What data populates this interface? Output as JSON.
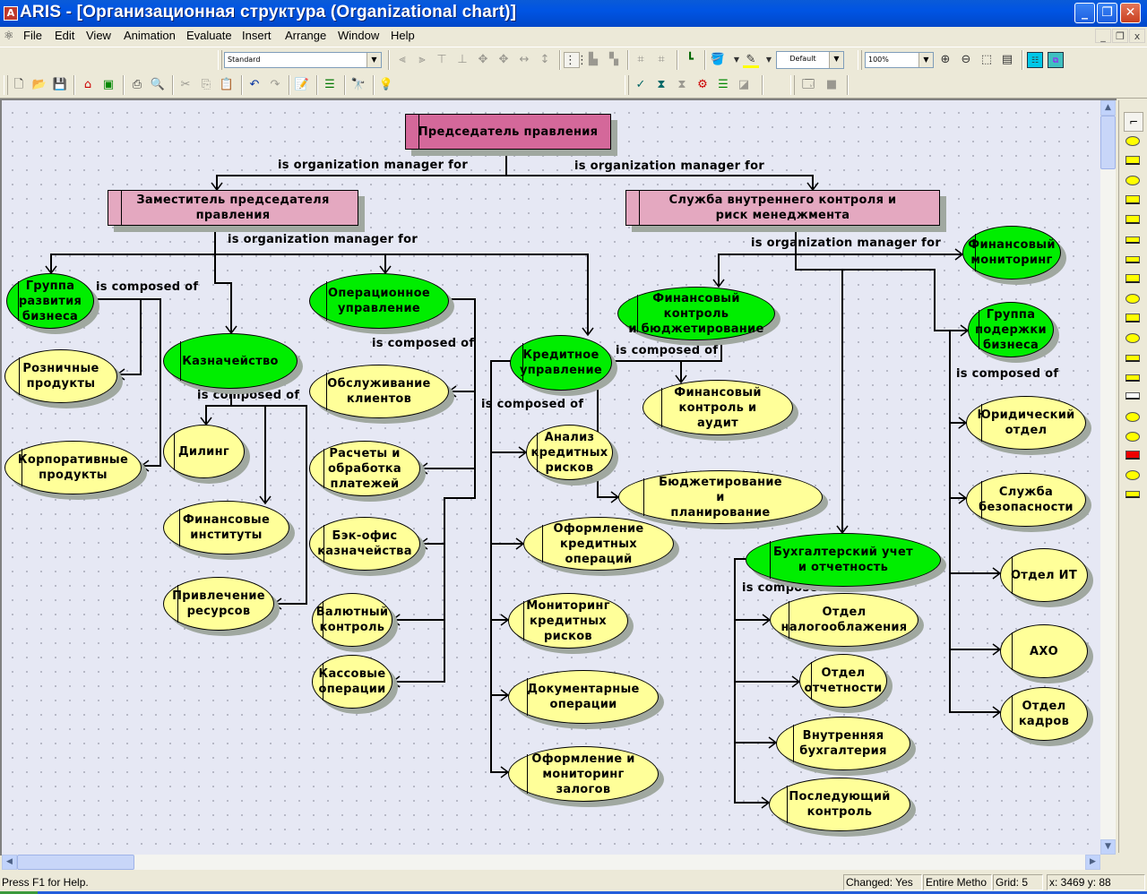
{
  "window": {
    "title": "ARIS - [Организационная структура (Organizational chart)]",
    "minimize_icon": "minimize-icon",
    "restore_icon": "restore-icon",
    "close_icon": "close-icon"
  },
  "menubar": {
    "items": [
      "File",
      "Edit",
      "View",
      "Animation",
      "Evaluate",
      "Insert",
      "Arrange",
      "Window",
      "Help"
    ],
    "mdi": [
      "_",
      "❐",
      "x"
    ]
  },
  "toolbar": {
    "style_combo": "Standard",
    "font_combo": "Default",
    "zoom_combo": "100%",
    "row1_icons": [
      "align-left-icon",
      "align-right-icon",
      "align-top-icon",
      "align-bottom-icon",
      "center-horizontal-icon",
      "center-vertical-icon",
      "same-width-icon",
      "same-height-icon",
      "grid-icon",
      "bring-front-icon",
      "send-back-icon",
      "group-icon",
      "ungroup-icon",
      "layout-tree-icon",
      "fill-color-icon",
      "line-color-icon",
      "zoom-in-icon",
      "zoom-out-icon",
      "zoom-rect-icon",
      "fit-page-icon",
      "properties-view-icon",
      "model-overview-icon"
    ],
    "row2_icons": [
      "new-icon",
      "open-icon",
      "save-icon",
      "explorer-icon",
      "navigator-icon",
      "print-icon",
      "print-preview-icon",
      "cut-icon",
      "copy-icon",
      "paste-icon",
      "undo-icon",
      "redo-icon",
      "properties-icon",
      "run-icon",
      "find-icon",
      "tip-icon",
      "check-icon",
      "simulate-icon",
      "simulate-alt-icon",
      "flow-icon",
      "compare-icon",
      "export-icon",
      "semantic-icon",
      "stop-icon"
    ]
  },
  "diagram": {
    "relations": {
      "manager": "is organization manager for",
      "composed": "is composed of"
    },
    "colors": {
      "top_rect": "#d4689a",
      "rect": "#e4a8c0",
      "green": "#00ee00",
      "yellow": "#ffff99",
      "canvas": "#e6e8f4"
    },
    "nodes": {
      "chairman": "Председатель правления",
      "deputy": "Заместитель председателя\nправления",
      "internal_control": "Служба внутреннего контроля и\nриск менеджмента",
      "bizdev": "Группа\nразвития\nбизнеса",
      "retail": "Розничные\nпродукты",
      "corporate": "Корпоративные\nпродукты",
      "treasury": "Казначейство",
      "dealing": "Дилинг",
      "fin_institutes": "Финансовые\nинституты",
      "funding": "Привлечение\nресурсов",
      "operations": "Операционное\nуправление",
      "client_service": "Обслуживание\nклиентов",
      "payments": "Расчеты и\nобработка\nплатежей",
      "backoffice": "Бэк-офис\nказначейства",
      "fx_control": "Валютный\nконтроль",
      "cash_ops": "Кассовые\nоперации",
      "credit": "Кредитное\nуправление",
      "credit_risk_analysis": "Анализ\nкредитных\nрисков",
      "credit_ops": "Оформление\nкредитных\nопераций",
      "credit_risk_monitoring": "Мониторинг\nкредитных\nрисков",
      "documentary": "Документарные\nоперации",
      "collateral": "Оформление и\nмониторинг\nзалогов",
      "fin_control_budget": "Финансовый контроль\nи бюджетирование",
      "fin_control_audit": "Финансовый\nконтроль и\nаудит",
      "budget_planning": "Бюджетирование\nи\nпланирование",
      "fin_monitoring": "Финансовый\nмониторинг",
      "biz_support": "Группа\nподержки\nбизнеса",
      "legal": "Юридический\nотдел",
      "security": "Служба\nбезопасности",
      "it": "Отдел ИТ",
      "admin": "АХО",
      "hr": "Отдел\nкадров",
      "accounting": "Бухгалтерский учет\nи отчетность",
      "tax": "Отдел\nналогооблажения",
      "reporting": "Отдел\nотчетности",
      "internal_accounting": "Внутренняя\nбухгалтерия",
      "followup_control": "Последующий\nконтроль"
    }
  },
  "statusbar": {
    "help": "Press F1 for Help.",
    "changed": "Changed: Yes",
    "mode": "Entire Metho",
    "grid": "Grid: 5",
    "coords": "x: 3469 y: 88"
  }
}
